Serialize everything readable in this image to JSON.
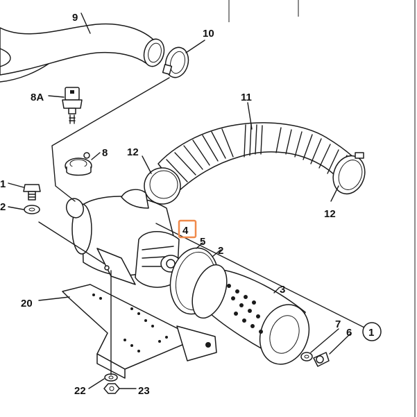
{
  "labels": {
    "l9": "9",
    "l10": "10",
    "l8a": "8A",
    "l11": "11",
    "l8": "8",
    "l12a": "12",
    "l1": "1",
    "l2": "2",
    "l12b": "12",
    "l4": "4",
    "l5": "5",
    "l2b": "2",
    "l3": "3",
    "l20": "20",
    "l7": "7",
    "l6": "6",
    "l1b": "1",
    "l22": "22",
    "l23": "23"
  },
  "colors": {
    "line": "#1a1a1a",
    "highlight": "#f08a4b",
    "background": "#ffffff"
  }
}
